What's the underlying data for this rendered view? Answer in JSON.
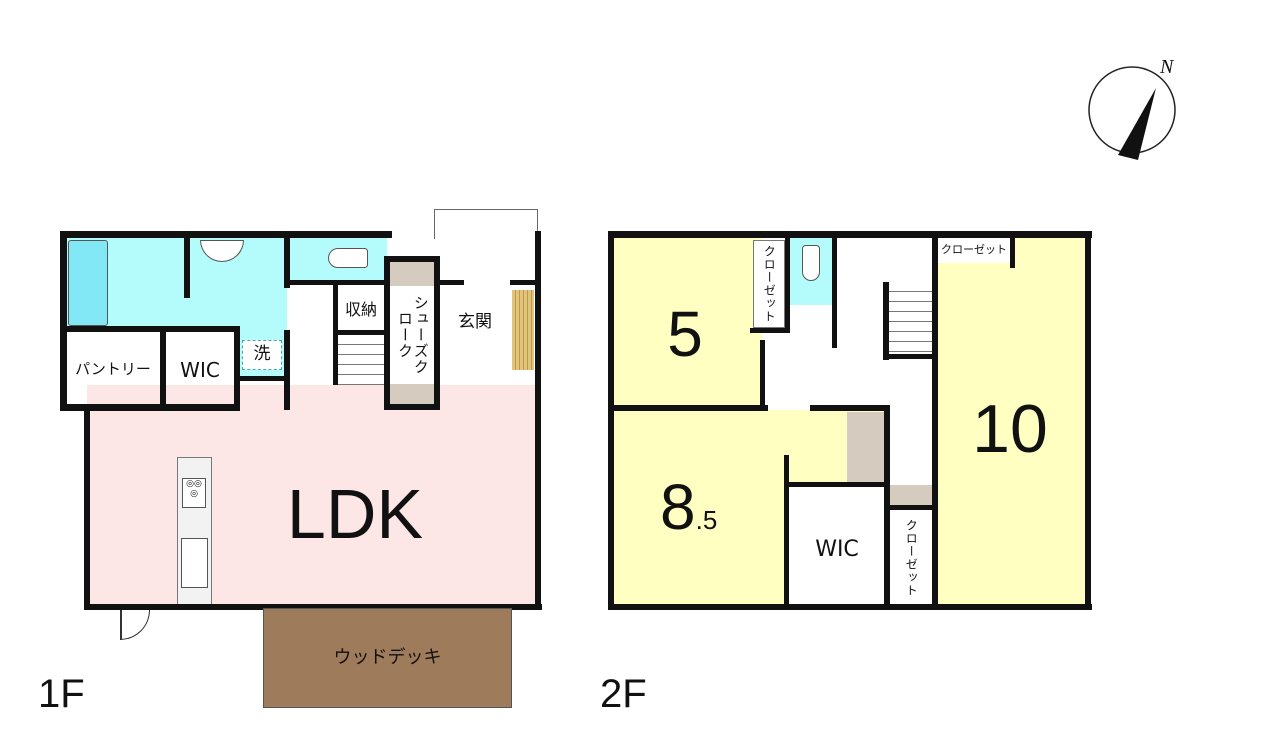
{
  "compass": {
    "north_label": "N"
  },
  "floor1": {
    "label": "1F",
    "rooms": {
      "ldk": "LDK",
      "pantry": "パントリー",
      "wic": "WIC",
      "laundry": "洗",
      "storage": "収納",
      "shoe_closet": "シューズクローク",
      "entrance": "玄関",
      "wood_deck": "ウッドデッキ"
    }
  },
  "floor2": {
    "label": "2F",
    "rooms": {
      "room_a": "5",
      "room_b_int": "8",
      "room_b_frac": ".5",
      "room_c": "10",
      "wic": "WIC",
      "closet_1": "クローゼット",
      "closet_2": "クローゼット",
      "closet_3": "クローゼット"
    }
  },
  "colors": {
    "wet_area": "#b4fcfc",
    "ldk": "#fde6e6",
    "bedroom": "#ffffc2",
    "storage": "#d6cbbf",
    "deck": "#9e7b5a"
  }
}
